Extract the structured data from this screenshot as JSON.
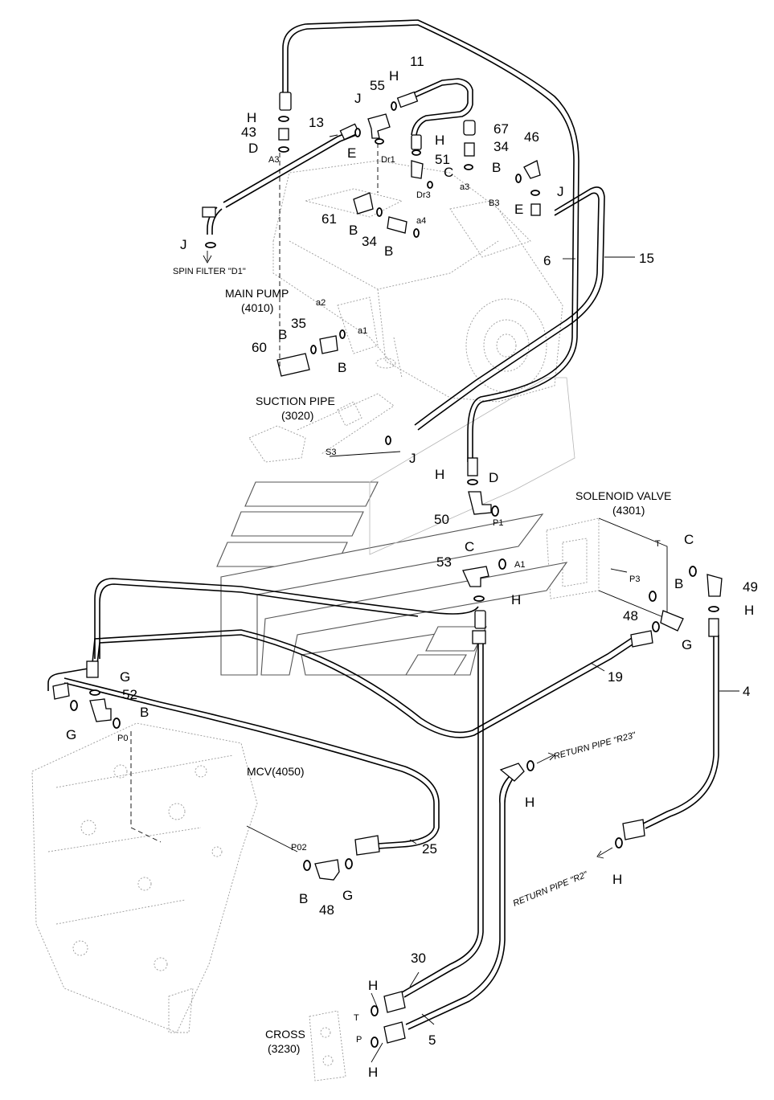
{
  "components": {
    "main_pump": {
      "name": "MAIN PUMP",
      "code": "(4010)"
    },
    "suction_pipe": {
      "name": "SUCTION PIPE",
      "code": "(3020)"
    },
    "solenoid_valve": {
      "name": "SOLENOID VALVE",
      "code": "(4301)"
    },
    "mcv": {
      "name": "MCV(4050)"
    },
    "cross": {
      "name": "CROSS",
      "code": "(3230)"
    },
    "spin_filter": {
      "name": "SPIN FILTER \"D1\""
    },
    "return_r23": {
      "name": "RETURN PIPE \"R23\""
    },
    "return_r2": {
      "name": "RETURN PIPE \"R2\""
    }
  },
  "parts": {
    "p4": "4",
    "p5": "5",
    "p6": "6",
    "p11": "11",
    "p13": "13",
    "p15": "15",
    "p19": "19",
    "p25": "25",
    "p30": "30",
    "p34a": "34",
    "p34b": "34",
    "p35": "35",
    "p43": "43",
    "p46": "46",
    "p48a": "48",
    "p48b": "48",
    "p49": "49",
    "p50": "50",
    "p51": "51",
    "p52": "52",
    "p53": "53",
    "p55": "55",
    "p60": "60",
    "p61": "61",
    "p67": "67"
  },
  "seals": {
    "h1": "H",
    "h2": "H",
    "h3": "H",
    "h4": "H",
    "h5": "H",
    "h6": "H",
    "h7": "H",
    "h8": "H",
    "h9": "H",
    "h10": "H",
    "j1": "J",
    "j2": "J",
    "j3": "J",
    "j4": "J",
    "d1": "D",
    "d2": "D",
    "e1": "E",
    "e2": "E",
    "c1": "C",
    "c2": "C",
    "c3": "C",
    "b1": "B",
    "b2": "B",
    "b3": "B",
    "b4": "B",
    "b5": "B",
    "b6": "B",
    "b7": "B",
    "b8": "B",
    "g1": "G",
    "g2": "G",
    "g3": "G",
    "g4": "G"
  },
  "ports": {
    "a3": "A3",
    "dr1": "Dr1",
    "dr3": "Dr3",
    "pa3": "a3",
    "pa4": "a4",
    "b3": "B3",
    "a2": "a2",
    "a1": "a1",
    "s3": "S3",
    "p1": "P1",
    "pA1": "A1",
    "t1": "T",
    "p3": "P3",
    "p0": "P0",
    "p02": "P02",
    "t2": "T",
    "p": "P"
  }
}
